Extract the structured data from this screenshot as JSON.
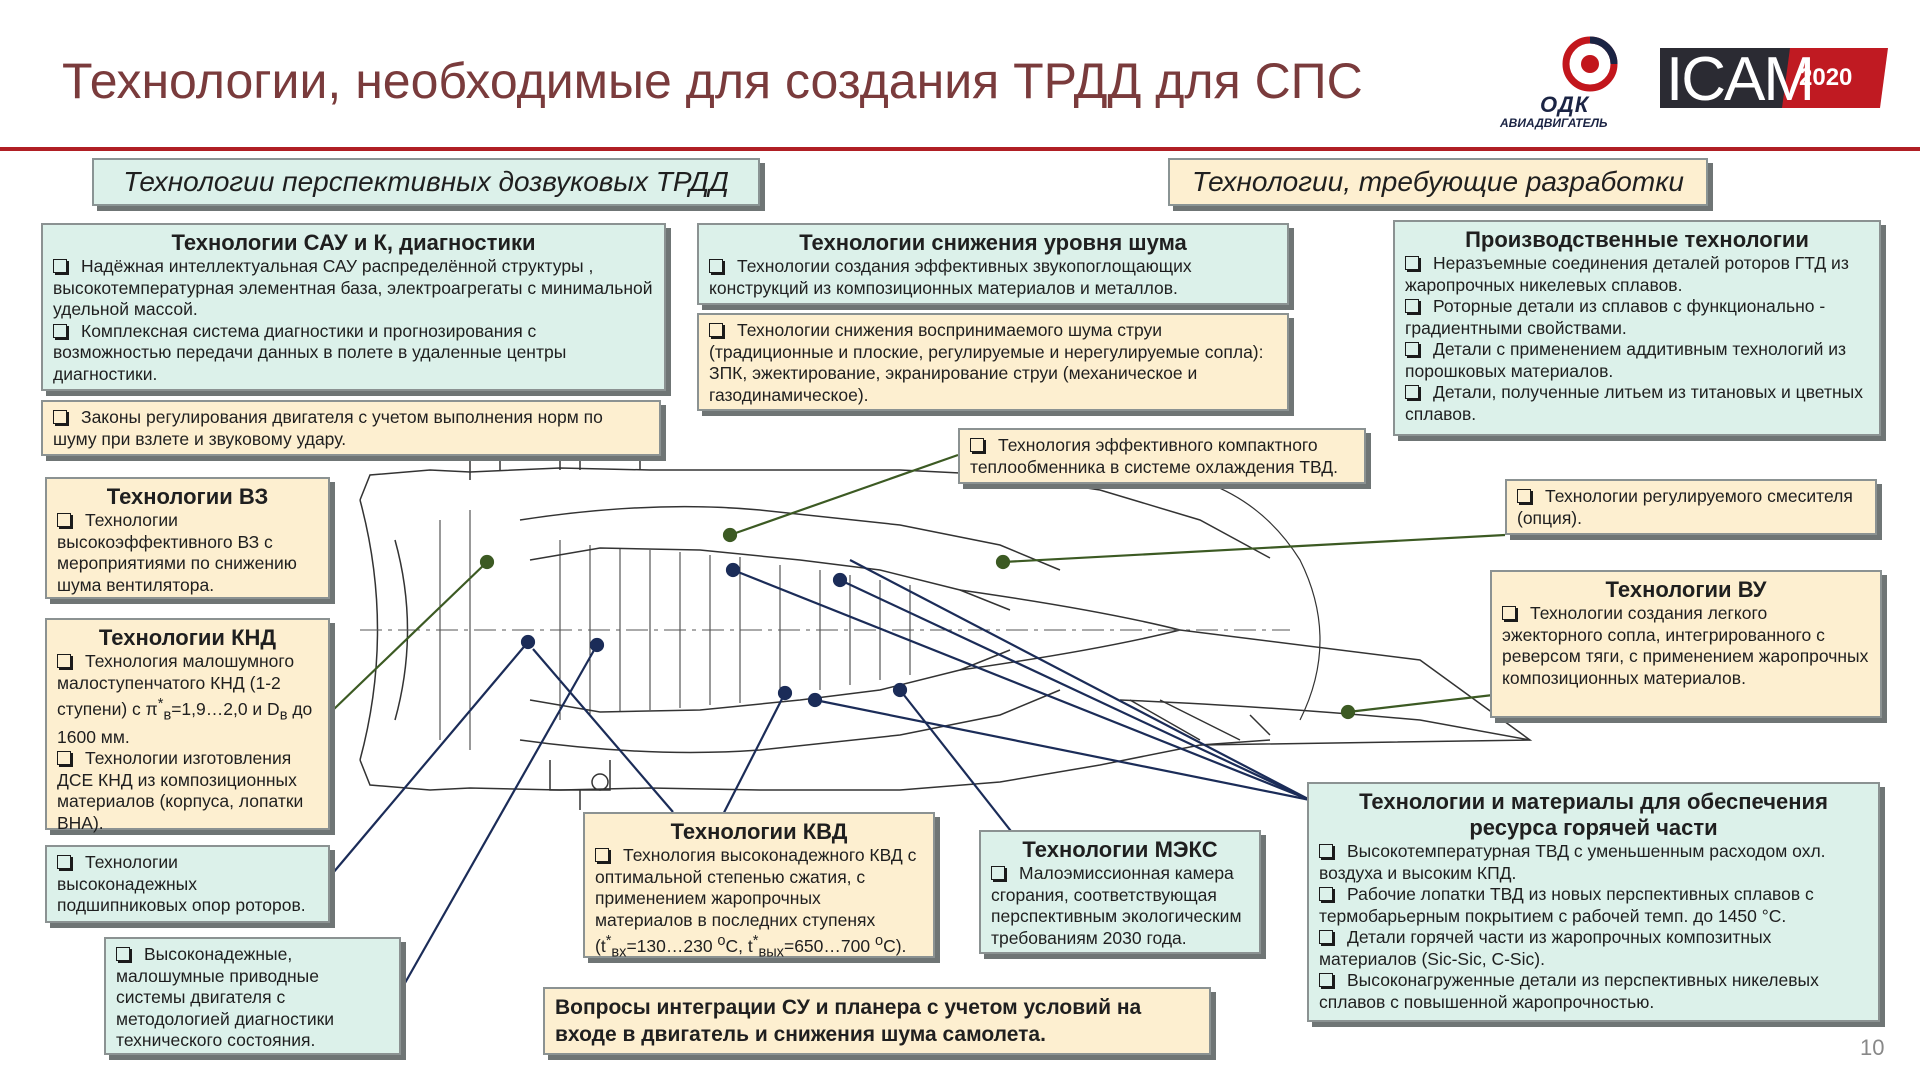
{
  "slide": {
    "title": "Технологии, необходимые для создания ТРДД для СПС",
    "page_number": "10"
  },
  "logos": {
    "odk_name": "ОДК",
    "odk_sub": "АВИАДВИГАТЕЛЬ",
    "icam_name": "ICAM",
    "icam_year": "2020"
  },
  "categories": {
    "subsonic": "Технологии перспективных дозвуковых ТРДД",
    "development": "Технологии, требующие разработки"
  },
  "colors": {
    "green_fill": "#dcf1ea",
    "yellow_fill": "#fdefd0",
    "title": "#7a3b3c",
    "rule": "#b01f24",
    "leader_navy": "#1b2c58",
    "leader_olive": "#3c5a23"
  },
  "boxes": {
    "sau": {
      "title": "Технологии САУ и К, диагностики",
      "item1": "Надёжная интеллектуальная САУ распределённой структуры , высокотемпературная элементная база, электроагрегаты с минимальной удельной массой.",
      "item2": "Комплексная система диагностики и прогнозирования с возможностью передачи данных в полете в удаленные центры диагностики."
    },
    "laws": {
      "item1": "Законы регулирования двигателя с учетом выполнения норм по шуму при взлете и звуковому удару."
    },
    "noise": {
      "title": "Технологии снижения уровня шума",
      "item1": "Технологии создания эффективных звукопоглощающих конструкций из композиционных материалов и металлов."
    },
    "jet_noise": {
      "item1": "Технологии снижения воспринимаемого шума струи (традиционные и плоские, регулируемые и нерегулируемые сопла): ЗПК, эжектирование, экранирование струи (механическое и газодинамическое)."
    },
    "production": {
      "title": "Производственные технологии",
      "item1": "Неразъемные соединения деталей роторов ГТД из жаропрочных никелевых сплавов.",
      "item2": "Роторные детали из сплавов с функционально - градиентными свойствами.",
      "item3": "Детали с применением аддитивным технологий из порошковых материалов.",
      "item4": "Детали, полученные литьем из титановых и цветных сплавов."
    },
    "heat_exchanger": {
      "item1": "Технология эффективного компактного теплообменника в системе охлаждения ТВД."
    },
    "mixer": {
      "item1": "Технологии регулируемого смесителя (опция)."
    },
    "inlet": {
      "title": "Технологии ВЗ",
      "item1": "Технологии высокоэффективного ВЗ с мероприятиями по снижению шума вентилятора."
    },
    "lpc": {
      "title": "Технологии КНД",
      "item1_a": "Технология малошумного малоступенчатого КНД (1-2 ступени) с π",
      "item1_sup": "*",
      "item1_sub": "в",
      "item1_b": "=1,9…2,0 и D",
      "item1_sub2": "в",
      "item1_c": " до 1600 мм.",
      "item2": "Технологии изготовления ДСЕ КНД из композиционных материалов (корпуса, лопатки ВНА)."
    },
    "bearings": {
      "item1": "Технологии высоконадежных подшипниковых опор роторов."
    },
    "drives": {
      "item1": "Высоконадежные, малошумные приводные системы двигателя с методологией  диагностики технического состояния."
    },
    "hpc": {
      "title": "Технологии КВД",
      "item1": "Технология высоконадежного КВД с оптимальной степенью сжатия, с применением жаропрочных материалов в последних ступенях",
      "temp_a": "(t",
      "temp_sup1": "*",
      "temp_sub1": "вх",
      "temp_b": "=130…230 ",
      "temp_deg1": "о",
      "temp_c": "С, t",
      "temp_sup2": "*",
      "temp_sub2": "вых",
      "temp_d": "=650…700 ",
      "temp_deg2": "о",
      "temp_e": "С)."
    },
    "mecs": {
      "title": "Технологии МЭКС",
      "item1": "Малоэмиссионная камера сгорания, соответствующая перспективным экологическим требованиям 2030 года."
    },
    "nozzle": {
      "title": "Технологии ВУ",
      "item1": "Технологии создания легкого эжекторного сопла, интегрированного с реверсом тяги, с применением жаропрочных композиционных материалов."
    },
    "hot_section": {
      "title": "Технологии и материалы для обеспечения ресурса горячей части",
      "item1": "Высокотемпературная ТВД с уменьшенным расходом охл. воздуха и высоким КПД.",
      "item2": "Рабочие лопатки  ТВД из новых перспективных сплавов с термобарьерным покрытием с рабочей темп.  до 1450 °С.",
      "item3": "Детали горячей части из жаропрочных композитных материалов (Sic-Sic, C-Sic).",
      "item4": "Высоконагруженные детали из перспективных никелевых сплавов с повышенной жаропрочностью."
    },
    "integration": {
      "text": "Вопросы интеграции СУ и планера с учетом условий на входе в двигатель и снижения шума самолета."
    }
  }
}
